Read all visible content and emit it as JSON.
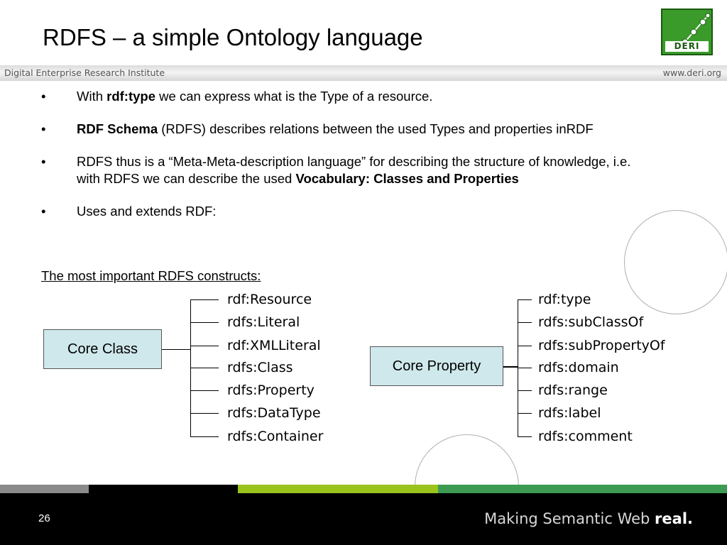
{
  "title": "RDFS – a simple Ontology language",
  "logo": {
    "text": "DERI"
  },
  "header_bar": {
    "left": "Digital Enterprise Research Institute",
    "right": "www.deri.org"
  },
  "bullets": [
    {
      "marker": "•",
      "parts": [
        {
          "t": "With "
        },
        {
          "t": "rdf:type",
          "b": true
        },
        {
          "t": " we can express what is the Type of a resource."
        }
      ]
    },
    {
      "marker": "•",
      "parts": [
        {
          "t": "RDF Schema",
          "b": true
        },
        {
          "t": " (RDFS) describes relations between the used Types and properties inRDF"
        }
      ]
    },
    {
      "marker": "•",
      "parts": [
        {
          "t": "RDFS thus is a “Meta-Meta-description language” for describing the structure of knowledge, i.e. with RDFS we can describe the used "
        },
        {
          "t": "Vocabulary: Classes and Properties",
          "b": true
        }
      ]
    },
    {
      "marker": "•",
      "parts": [
        {
          "t": "Uses and extends RDF:"
        }
      ]
    }
  ],
  "constructs_heading": "The most important RDFS constructs:",
  "core_class": {
    "label": "Core Class",
    "items": [
      "rdf:Resource",
      "rdfs:Literal",
      "rdf:XMLLiteral",
      "rdfs:Class",
      "rdfs:Property",
      "rdfs:DataType",
      "rdfs:Container"
    ]
  },
  "core_property": {
    "label": "Core Property",
    "items": [
      "rdf:type",
      "rdfs:subClassOf",
      "rdfs:subPropertyOf",
      "rdfs:domain",
      "rdfs:range",
      "rdfs:label",
      "rdfs:comment"
    ]
  },
  "footer": {
    "page_number": "26",
    "tagline_prefix": "Making Semantic Web ",
    "tagline_bold": "real."
  },
  "colors": {
    "footer_bg": "#000000",
    "box_fill": "#cfe8ec",
    "logo_green": "#3a9a2a",
    "stripe_gray": "#8a8a8a",
    "stripe_lime": "#9ac31c",
    "stripe_green": "#3c9a52"
  }
}
